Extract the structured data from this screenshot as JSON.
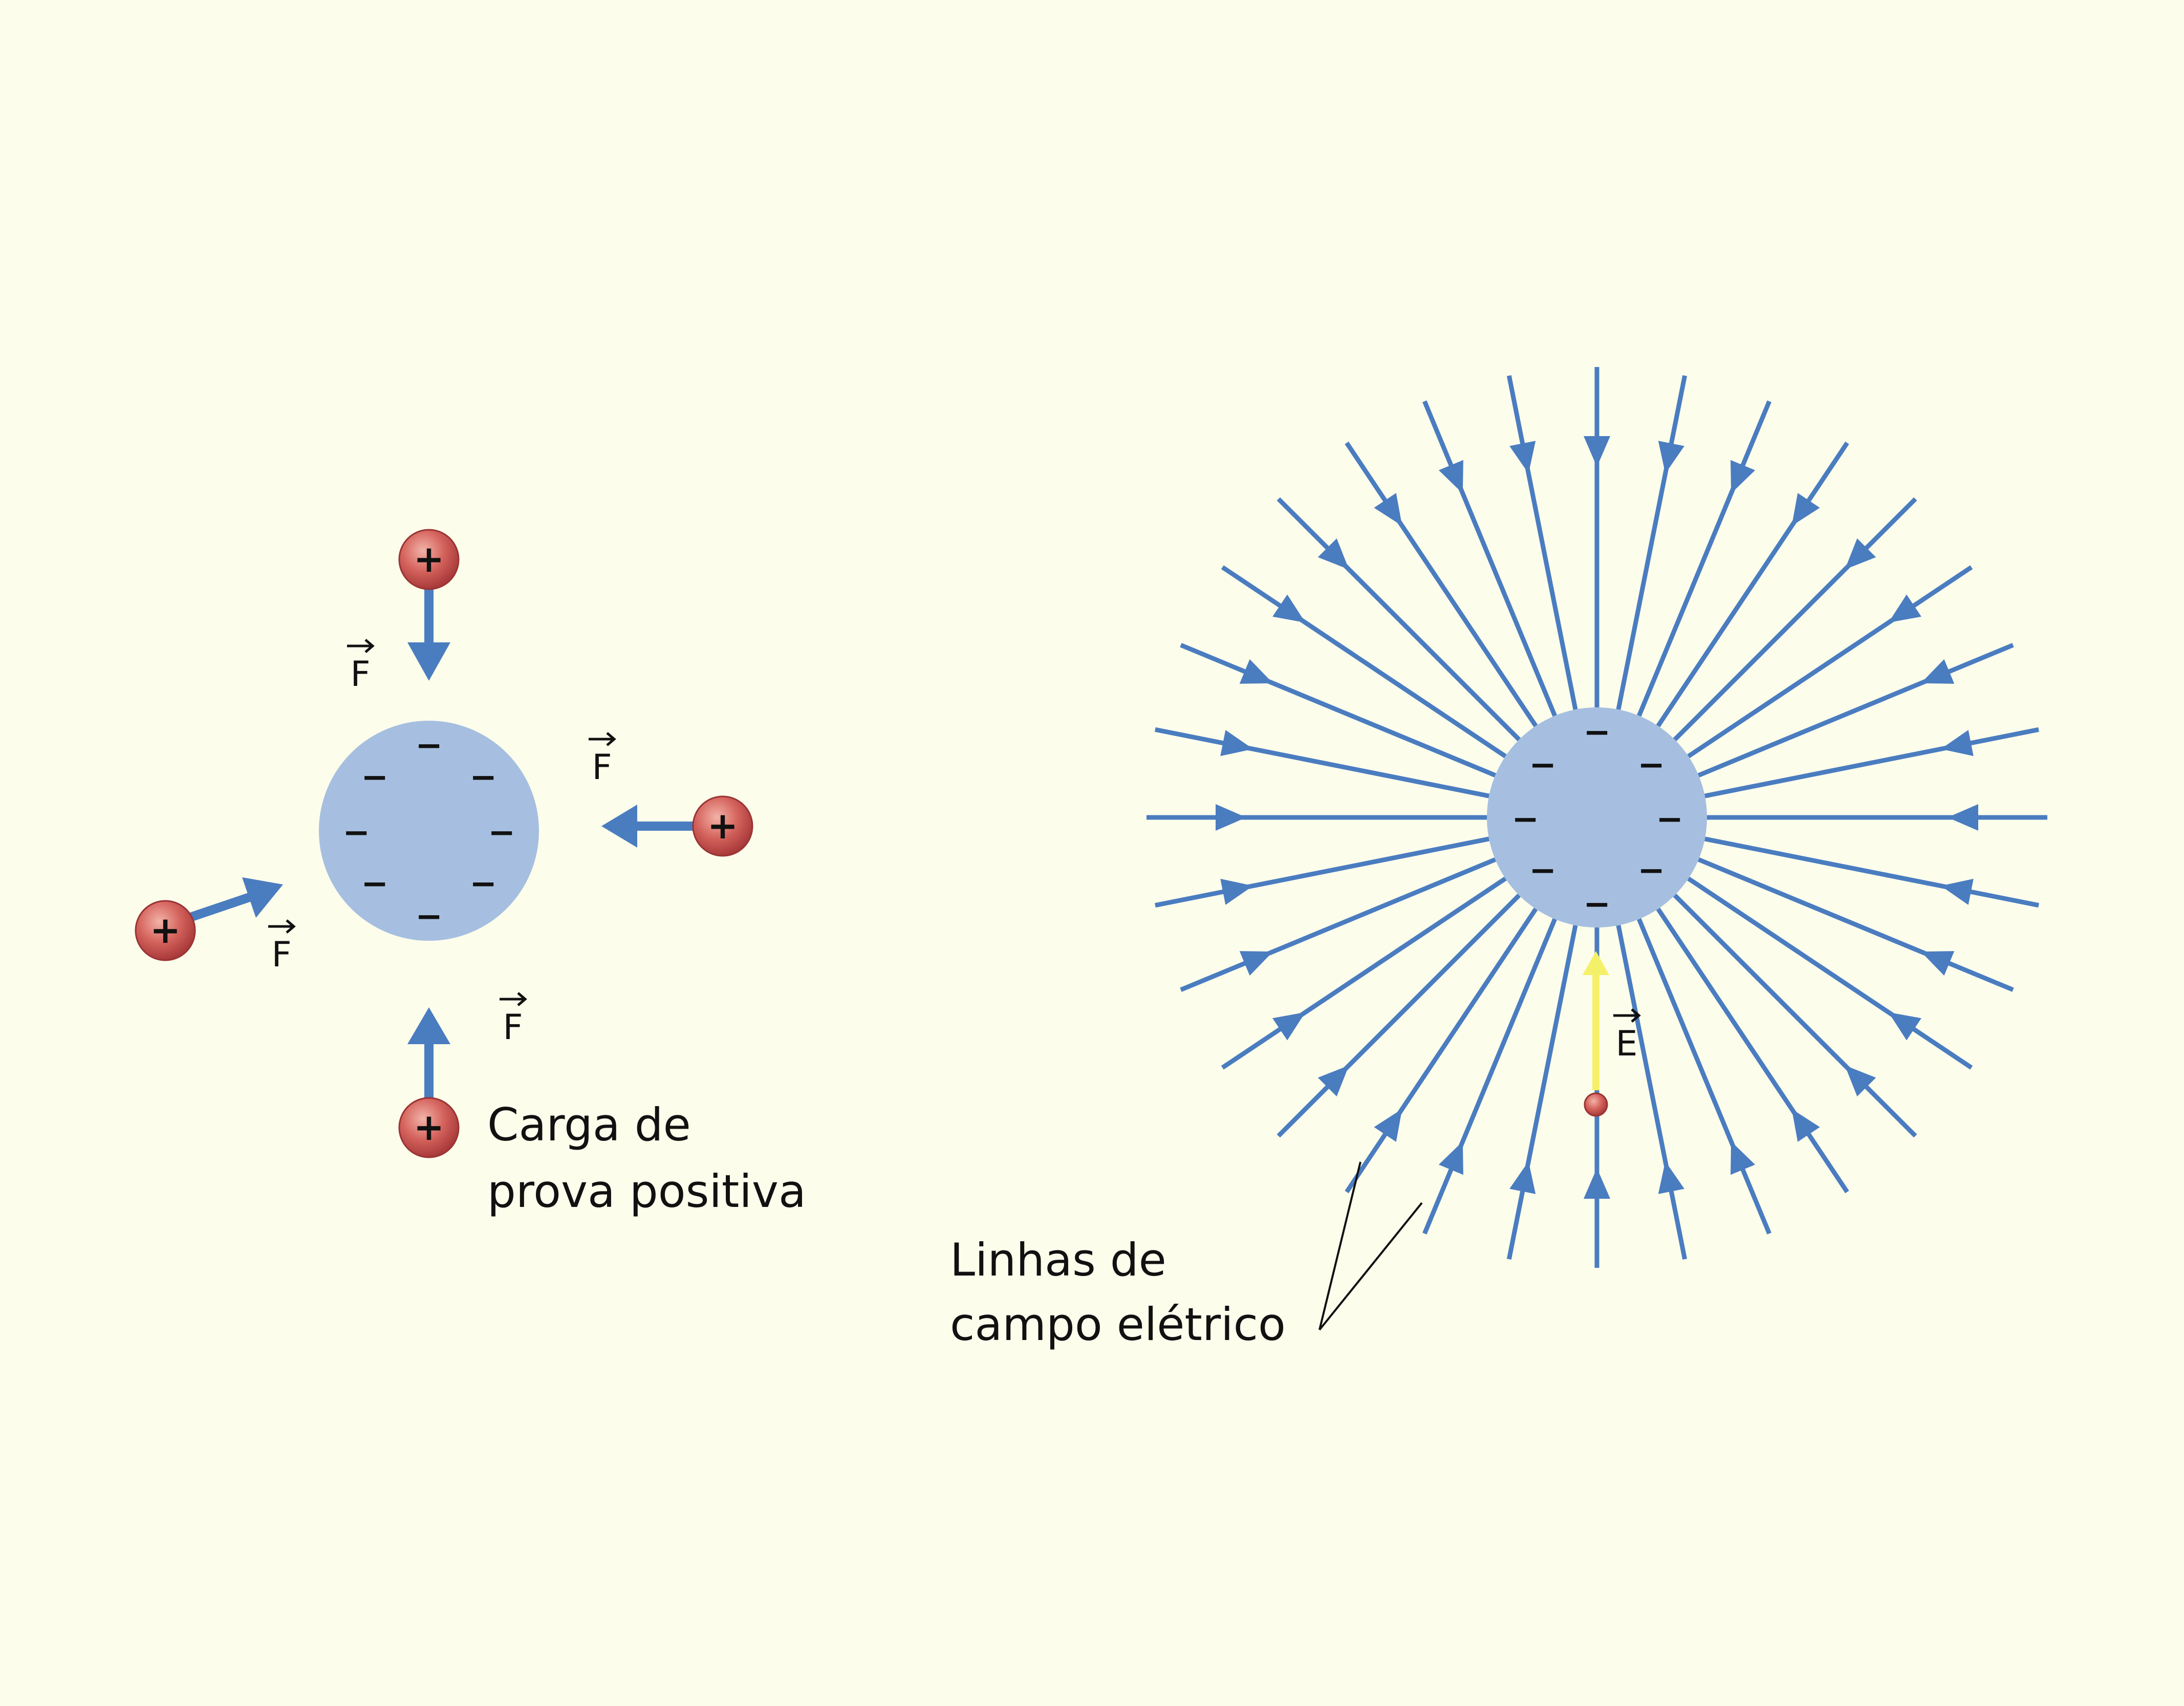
{
  "labels": {
    "test_charge": [
      "Carga de",
      "prova positiva"
    ],
    "field_lines": [
      "Linhas de",
      "campo elétrico"
    ]
  },
  "symbols": {
    "force": "F",
    "field": "E",
    "positive": "+",
    "negative": "−"
  },
  "colors": {
    "background": "#fdfdec",
    "arrow_blue": "#4a7cc0",
    "sphere_blue": "#a6bfe0",
    "test_charge_red": "#c9504f",
    "field_vector_yellow": "#f5f06a",
    "text": "#111111"
  },
  "field_diagram": {
    "line_count": 32,
    "direction": "inward"
  }
}
